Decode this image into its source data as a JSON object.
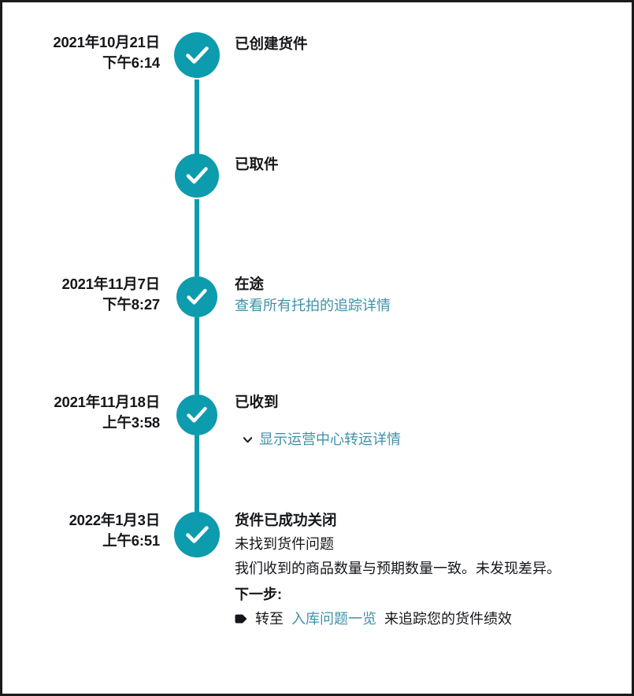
{
  "theme": {
    "accent": "#0D9BAE",
    "link": "#3E92A8",
    "text": "#14161a",
    "background": "#ffffff",
    "border": "#1b1b1b"
  },
  "tracking_timeline": {
    "events": [
      {
        "id": "shipment-created",
        "date": "2021年10月21日",
        "time": "下午6:14",
        "title": "已创建货件",
        "icon": "check-circle-icon",
        "has_date": true
      },
      {
        "id": "picked-up",
        "date": "",
        "time": "",
        "title": "已取件",
        "icon": "check-circle-icon",
        "has_date": false
      },
      {
        "id": "in-transit",
        "date": "2021年11月7日",
        "time": "下午8:27",
        "title": "在途",
        "icon": "check-circle-icon",
        "has_date": true,
        "link_label": "查看所有托拍的追踪详情"
      },
      {
        "id": "received",
        "date": "2021年11月18日",
        "time": "上午3:58",
        "title": "已收到",
        "icon": "check-circle-icon",
        "has_date": true,
        "disclosure_icon": "chevron-down-icon",
        "disclosure_label": "显示运营中心转运详情"
      },
      {
        "id": "shipment-closed",
        "date": "2022年1月3日",
        "time": "上午6:51",
        "title": "货件已成功关闭",
        "icon": "check-circle-icon",
        "has_date": true,
        "detail_lines": [
          "未找到货件问题",
          "我们收到的商品数量与预期数量一致。未发现差异。"
        ],
        "next_steps_label": "下一步:",
        "next_steps": {
          "bullet_icon": "tag-bullet-icon",
          "prefix": "转至",
          "link_label": "入库问题一览",
          "suffix": "来追踪您的货件绩效"
        }
      }
    ]
  }
}
